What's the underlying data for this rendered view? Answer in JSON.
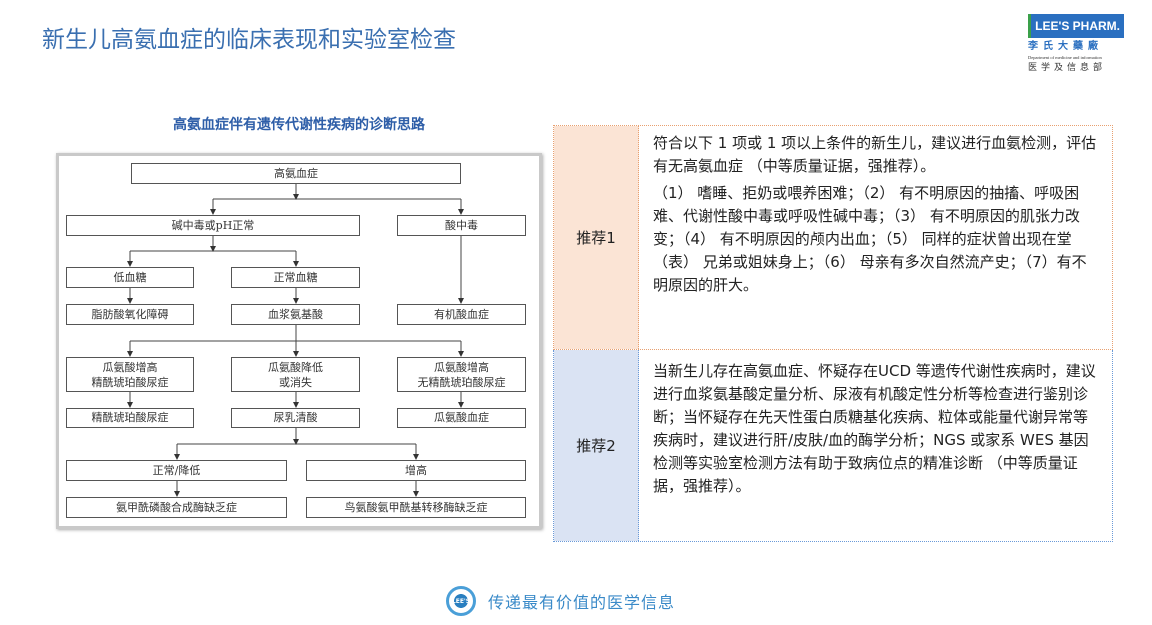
{
  "header": {
    "title": "新生儿高氨血症的临床表现和实验室检查"
  },
  "logo": {
    "brand": "LEE'S PHARM.",
    "cn_name": "李氏大藥廠",
    "department": "Department of medicine and information",
    "department_cn": "医学及信息部"
  },
  "flowchart": {
    "title": "高氨血症伴有遗传代谢性疾病的诊断思路",
    "nodes": {
      "root": "高氨血症",
      "alkalosis": "碱中毒或pH正常",
      "acidosis": "酸中毒",
      "hypoglycemia": "低血糖",
      "normoglycemia": "正常血糖",
      "fatty_acid": "脂肪酸氧化障碍",
      "plasma_aa": "血浆氨基酸",
      "organic_acid": "有机酸血症",
      "cit_high_asa_1": "瓜氨酸增高",
      "cit_high_asa_2": "精酰琥珀酸尿症",
      "cit_low_1": "瓜氨酸降低",
      "cit_low_2": "或消失",
      "cit_high_noasa_1": "瓜氨酸增高",
      "cit_high_noasa_2": "无精酰琥珀酸尿症",
      "asa": "精酰琥珀酸尿症",
      "orotic": "尿乳清酸",
      "citrullinemia": "瓜氨酸血症",
      "normal_low": "正常/降低",
      "high": "增高",
      "cps": "氨甲酰磷酸合成酶缺乏症",
      "otc": "鸟氨酸氨甲酰基转移酶缺乏症"
    }
  },
  "recommendations": [
    {
      "label": "推荐1",
      "paragraphs": [
        "符合以下 1 项或 1 项以上条件的新生儿，建议进行血氨检测，评估有无高氨血症 （中等质量证据，强推荐）。",
        "（1） 嗜睡、拒奶或喂养困难；（2） 有不明原因的抽搐、呼吸困难、代谢性酸中毒或呼吸性碱中毒；（3） 有不明原因的肌张力改变；（4） 有不明原因的颅内出血；（5） 同样的症状曾出现在堂（表） 兄弟或姐妹身上；（6） 母亲有多次自然流产史；（7）有不明原因的肝大。"
      ]
    },
    {
      "label": "推荐2",
      "paragraphs": [
        "当新生儿存在高氨血症、怀疑存在UCD 等遗传代谢性疾病时，建议进行血浆氨基酸定量分析、尿液有机酸定性分析等检查进行鉴别诊断；当怀疑存在先天性蛋白质糖基化疾病、粒体或能量代谢异常等疾病时，建议进行肝/皮肤/血的酶学分析；NGS 或家系 WES 基因检测等实验室检测方法有助于致病位点的精准诊断 （中等质量证据，强推荐）。"
      ]
    }
  ],
  "footer": {
    "slogan": "传递最有价值的医学信息",
    "logo_text": "LEE'S"
  }
}
